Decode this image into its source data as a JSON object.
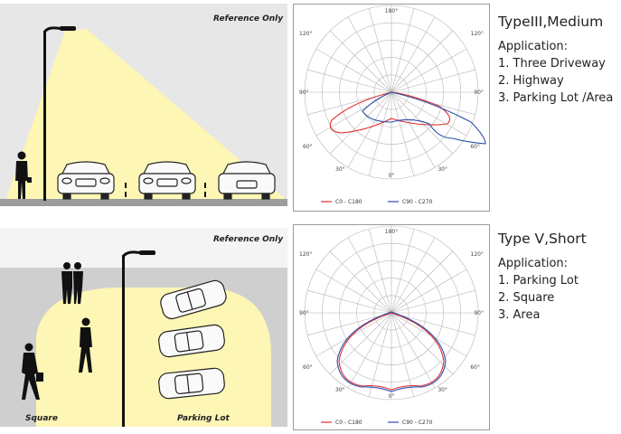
{
  "top": {
    "reference_note": "Reference Only",
    "title": "TypeIII,Medium",
    "application_label": "Application:",
    "applications": [
      "1. Three Driveway",
      "2. Highway",
      "3. Parking Lot /Area"
    ],
    "polar": {
      "angle_labels": {
        "top": "180°",
        "bottom": "0°",
        "upper_left": "120°",
        "upper_right": "120°",
        "mid_left": "90°",
        "mid_right": "90°",
        "lower_left": "60°",
        "lower_right": "60°",
        "bottom_left": "30°",
        "bottom_right": "30°"
      },
      "legend": [
        {
          "name": "C0 - C180",
          "color": "#e03030"
        },
        {
          "name": "C90 - C270",
          "color": "#2a4ea8"
        }
      ]
    }
  },
  "bottom": {
    "reference_note": "Reference Only",
    "title": "Type V,Short",
    "application_label": "Application:",
    "applications": [
      "1. Parking Lot",
      "2. Square",
      "3. Area"
    ],
    "scene_labels": {
      "left": "Square",
      "right": "Parking Lot"
    },
    "polar": {
      "angle_labels": {
        "top": "180°",
        "bottom": "0°",
        "upper_left": "120°",
        "upper_right": "120°",
        "mid_left": "90°",
        "mid_right": "90°",
        "lower_left": "60°",
        "lower_right": "60°",
        "bottom_left": "30°",
        "bottom_right": "30°"
      },
      "legend": [
        {
          "name": "C0 - C180",
          "color": "#e03030"
        },
        {
          "name": "C90 - C270",
          "color": "#2a4ea8"
        }
      ]
    }
  },
  "colors": {
    "light_beam": "#fdf6b5",
    "scene_bg": "#e7e7e7",
    "ground": "#9c9c9c"
  }
}
